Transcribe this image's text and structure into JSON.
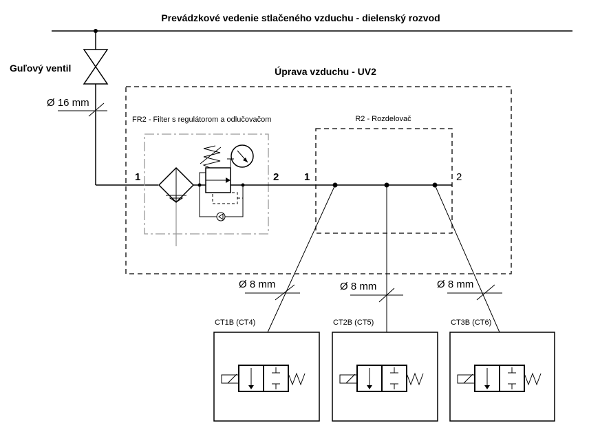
{
  "title": "Prevádzkové vedenie stlačeného vzduchu - dielenský rozvod",
  "ball_valve_label": "Guľový ventil",
  "air_unit_label": "Úprava vzduchu - UV2",
  "main_pipe_diameter": "Ø 16 mm",
  "filter_regulator_label": "FR2 - Filter s regulátorom a odlučovačom",
  "distributor_label": "R2 - Rozdelovač",
  "ports": {
    "fr_in": "1",
    "fr_out": "2",
    "dist_in": "1",
    "dist_out": "2"
  },
  "branch_diameters": [
    "Ø 8 mm",
    "Ø 8 mm",
    "Ø 8 mm"
  ],
  "valves": [
    {
      "label": "CT1B (CT4)"
    },
    {
      "label": "CT2B (CT5)"
    },
    {
      "label": "CT3B (CT6)"
    }
  ]
}
